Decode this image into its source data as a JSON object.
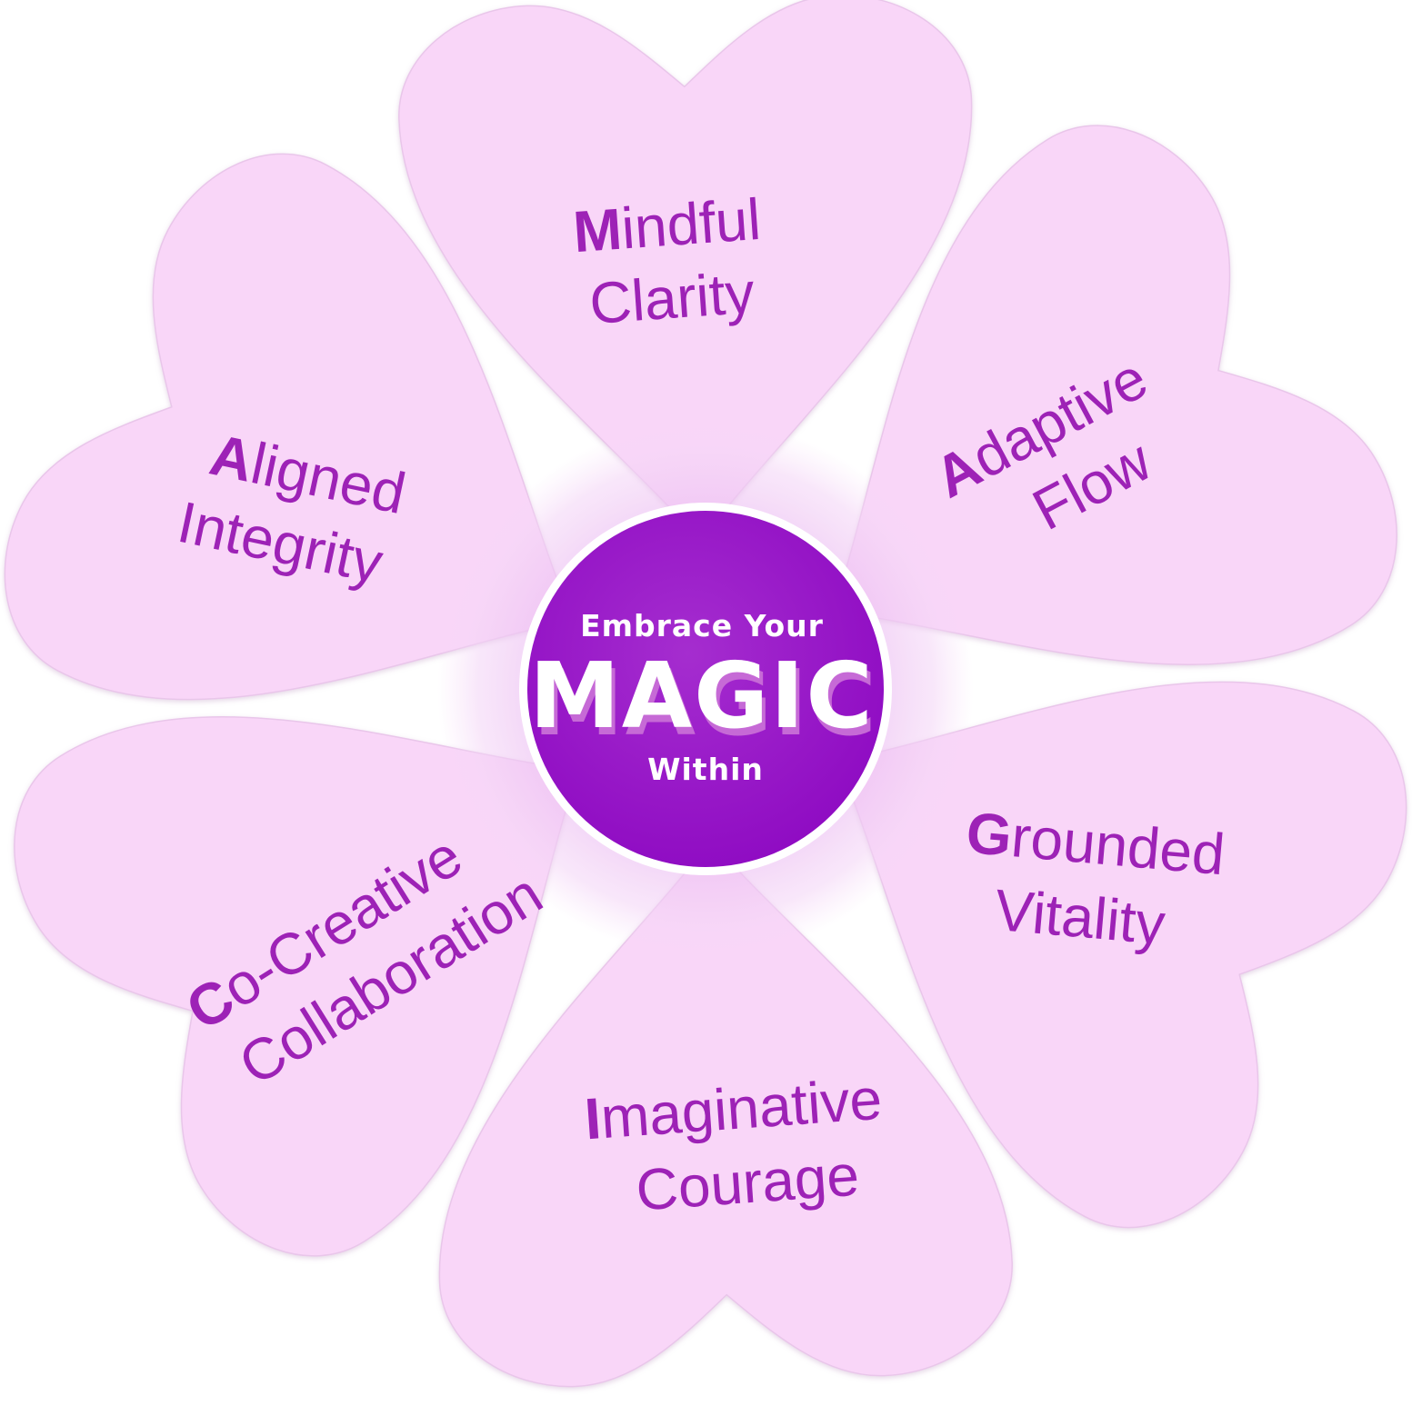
{
  "colors": {
    "petal_fill": "#f9d6f8",
    "petal_text": "#9d22b6",
    "center_fill": "#9b12c9",
    "center_ring": "#ffffff",
    "glow": "#e6b8ee"
  },
  "center": {
    "line_top": "Embrace Your",
    "line_main": "MAGIC",
    "line_bottom": "Within"
  },
  "petals": [
    {
      "initial": "M",
      "word1_rest": "indful",
      "word2": "Clarity"
    },
    {
      "initial": "A",
      "word1_rest": "daptive",
      "word2": "Flow"
    },
    {
      "initial": "G",
      "word1_rest": "rounded",
      "word2": "Vitality"
    },
    {
      "initial": "I",
      "word1_rest": "maginative",
      "word2": "Courage"
    },
    {
      "initial": "C",
      "word1_rest": "o-Creative",
      "word2": "Collaboration"
    },
    {
      "initial": "A",
      "word1_rest": "ligned",
      "word2": "Integrity"
    }
  ]
}
